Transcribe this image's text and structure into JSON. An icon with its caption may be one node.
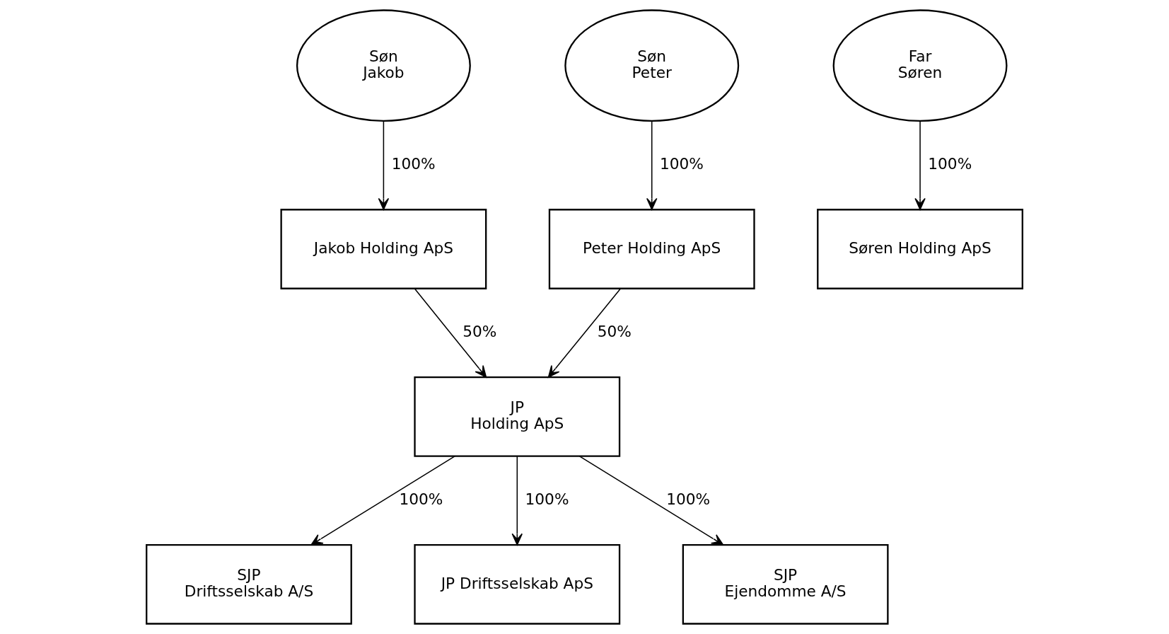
{
  "diagram": {
    "nodes": [
      {
        "text": [
          "Søn",
          "Jakob"
        ]
      },
      {
        "text": [
          "Søn",
          "Peter"
        ]
      },
      {
        "text": [
          "Far",
          "Søren"
        ]
      },
      {
        "text": [
          "Jakob Holding ApS"
        ]
      },
      {
        "text": [
          "Peter Holding ApS"
        ]
      },
      {
        "text": [
          "Søren Holding ApS"
        ]
      },
      {
        "text": [
          "JP",
          "Holding ApS"
        ]
      },
      {
        "text": [
          "SJP",
          "Driftsselskab A/S"
        ]
      },
      {
        "text": [
          "JP Driftsselskab ApS"
        ]
      },
      {
        "text": [
          "SJP",
          "Ejendomme A/S"
        ]
      }
    ],
    "edges": [
      {
        "from": 0,
        "to": 3,
        "arrow": "to",
        "label": "100%"
      },
      {
        "from": 1,
        "to": 4,
        "arrow": "to",
        "label": "100%"
      },
      {
        "from": 2,
        "to": 5,
        "arrow": "to",
        "label": "100%"
      },
      {
        "from": 3,
        "to": 6,
        "arrow": "to",
        "label": "50%"
      },
      {
        "from": 4,
        "to": 6,
        "arrow": "to",
        "label": "50%"
      },
      {
        "from": 6,
        "to": 7,
        "arrow": "to",
        "label": "100%"
      },
      {
        "from": 6,
        "to": 8,
        "arrow": "to",
        "label": "100%"
      },
      {
        "from": 6,
        "to": 9,
        "arrow": "to",
        "label": "100%"
      }
    ]
  }
}
